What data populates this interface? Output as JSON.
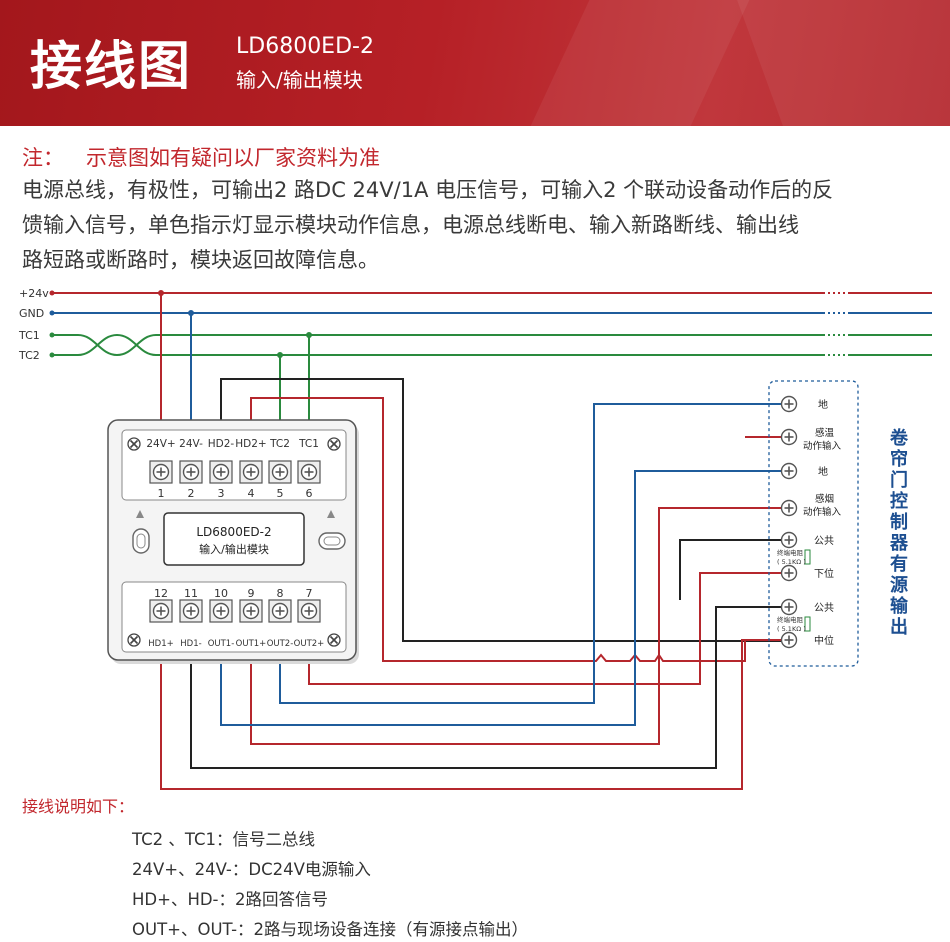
{
  "header": {
    "title": "接线图",
    "model": "LD6800ED-2",
    "subtitle": "输入/输出模块"
  },
  "note": {
    "label": "注：",
    "text": "示意图如有疑问以厂家资料为准"
  },
  "description": [
    "电源总线，有极性，可输出2 路DC 24V/1A 电压信号，可输入2 个联动设备动作后的反",
    "馈输入信号，单色指示灯显示模块动作信息，电源总线断电、输入新路断线、输出线",
    "路短路或断路时，模块返回故障信息。"
  ],
  "buses": [
    {
      "label": "+24v",
      "color": "#b5272d"
    },
    {
      "label": "GND",
      "color": "#1f5c9b"
    },
    {
      "label": "TC1",
      "color": "#2a8a3e"
    },
    {
      "label": "TC2",
      "color": "#2a8a3e"
    }
  ],
  "module": {
    "top_labels": [
      "24V+",
      "24V-",
      "HD2-",
      "HD2+",
      "TC2",
      "TC1"
    ],
    "top_numbers": [
      "1",
      "2",
      "3",
      "4",
      "5",
      "6"
    ],
    "display_model": "LD6800ED-2",
    "display_desc": "输入/输出模块",
    "bottom_numbers": [
      "12",
      "11",
      "10",
      "9",
      "8",
      "7"
    ],
    "bottom_labels": [
      "HD1+",
      "HD1-",
      "OUT1-",
      "OUT1+",
      "OUT2-",
      "OUT2+"
    ]
  },
  "device": {
    "name": "卷帘门控制器有源输出",
    "terminals": [
      "地",
      "感温\n动作输入",
      "地",
      "感烟\n动作输入",
      "公共",
      "下位",
      "公共",
      "中位"
    ],
    "resistor_label": "终端电阻",
    "resistor_value": "( 5.1KΩ )"
  },
  "explanation": {
    "title": "接线说明如下：",
    "items": [
      "TC2 、TC1：信号二总线",
      "24V+、24V-：DC24V电源输入",
      "HD+、HD-：2路回答信号",
      "OUT+、OUT-：2路与现场设备连接（有源接点输出）"
    ]
  },
  "colors": {
    "red": "#b5272d",
    "blue": "#1f5c9b",
    "green": "#2a8a3e",
    "black": "#222222",
    "brand": "#b62026"
  }
}
